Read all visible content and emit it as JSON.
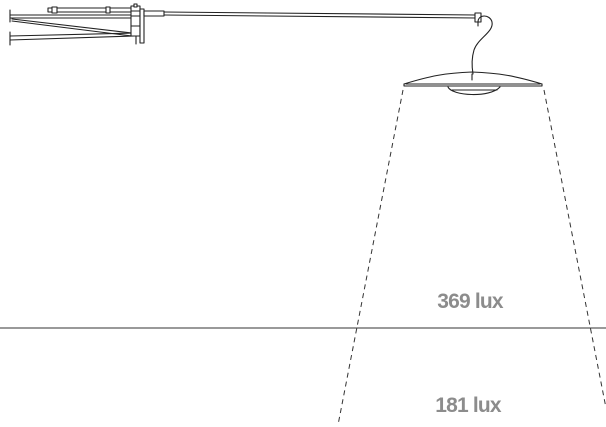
{
  "colors": {
    "line": "#222222",
    "label": "#8c8c8c",
    "background": "#ffffff"
  },
  "readings": {
    "upper": {
      "value": 369,
      "text": "369 lux"
    },
    "lower": {
      "value": 181,
      "text": "181 lux"
    }
  }
}
